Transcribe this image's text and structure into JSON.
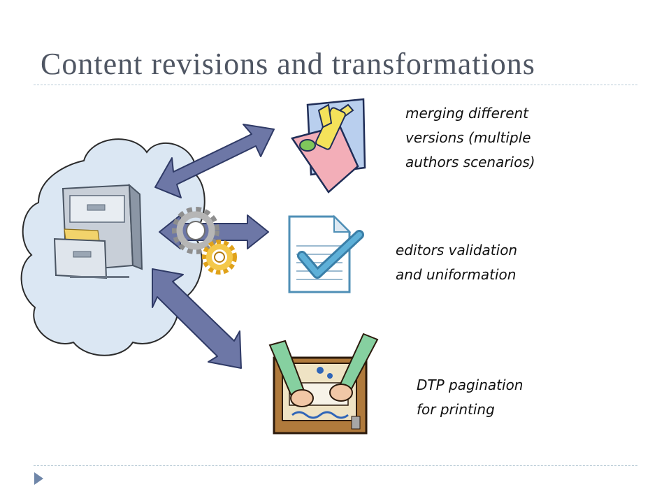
{
  "title": "Content revisions and transformations",
  "colors": {
    "title": "#4f5663",
    "arrow": "#6d77a6",
    "cloud_fill": "#dbe7f3",
    "cloud_stroke": "#2b2b2b",
    "bullet": "#6f86a9",
    "divider": "#b9cbd6"
  },
  "icons": {
    "cloud": "storage-cloud",
    "cabinet": "filing-cabinet-icon",
    "gears": "gears-icon",
    "merge": "glue-paper-icon",
    "validate": "document-check-icon",
    "print": "hands-on-board-icon"
  },
  "steps": [
    {
      "lines": [
        "merging different",
        "versions (multiple",
        "authors scenarios)"
      ]
    },
    {
      "lines": [
        "editors validation",
        "and uniformation"
      ]
    },
    {
      "lines": [
        "DTP pagination",
        "for printing"
      ]
    }
  ]
}
